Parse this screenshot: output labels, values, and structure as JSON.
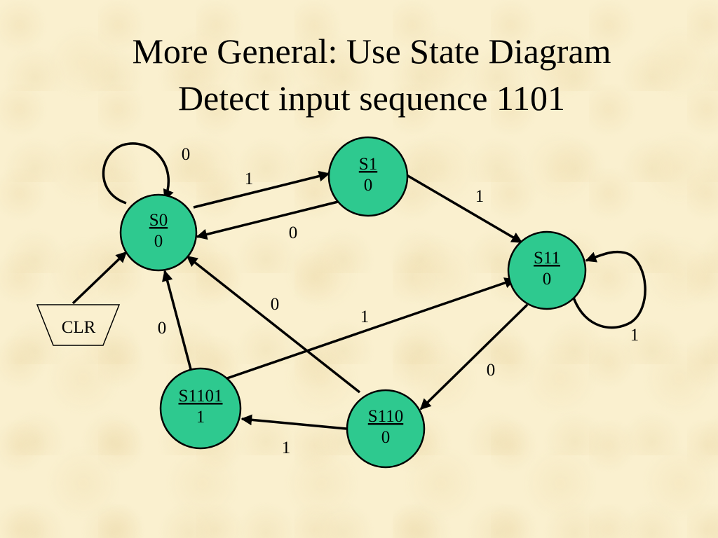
{
  "title": {
    "line1": "More General: Use State Diagram",
    "line2": "Detect input sequence 1101"
  },
  "states": {
    "s0": {
      "name": "S0",
      "output": "0"
    },
    "s1": {
      "name": "S1",
      "output": "0"
    },
    "s11": {
      "name": "S11",
      "output": "0"
    },
    "s110": {
      "name": "S110",
      "output": "0"
    },
    "s1101": {
      "name": "S1101",
      "output": "1"
    }
  },
  "clr": {
    "label": "CLR"
  },
  "transitions": [
    {
      "from": "S0",
      "to": "S0",
      "input": "0"
    },
    {
      "from": "S0",
      "to": "S1",
      "input": "1"
    },
    {
      "from": "S1",
      "to": "S0",
      "input": "0"
    },
    {
      "from": "S1",
      "to": "S11",
      "input": "1"
    },
    {
      "from": "S11",
      "to": "S11",
      "input": "1"
    },
    {
      "from": "S11",
      "to": "S110",
      "input": "0"
    },
    {
      "from": "S110",
      "to": "S0",
      "input": "0"
    },
    {
      "from": "S110",
      "to": "S1101",
      "input": "1"
    },
    {
      "from": "S1101",
      "to": "S11",
      "input": "1"
    },
    {
      "from": "S1101",
      "to": "S0",
      "input": "0"
    }
  ]
}
